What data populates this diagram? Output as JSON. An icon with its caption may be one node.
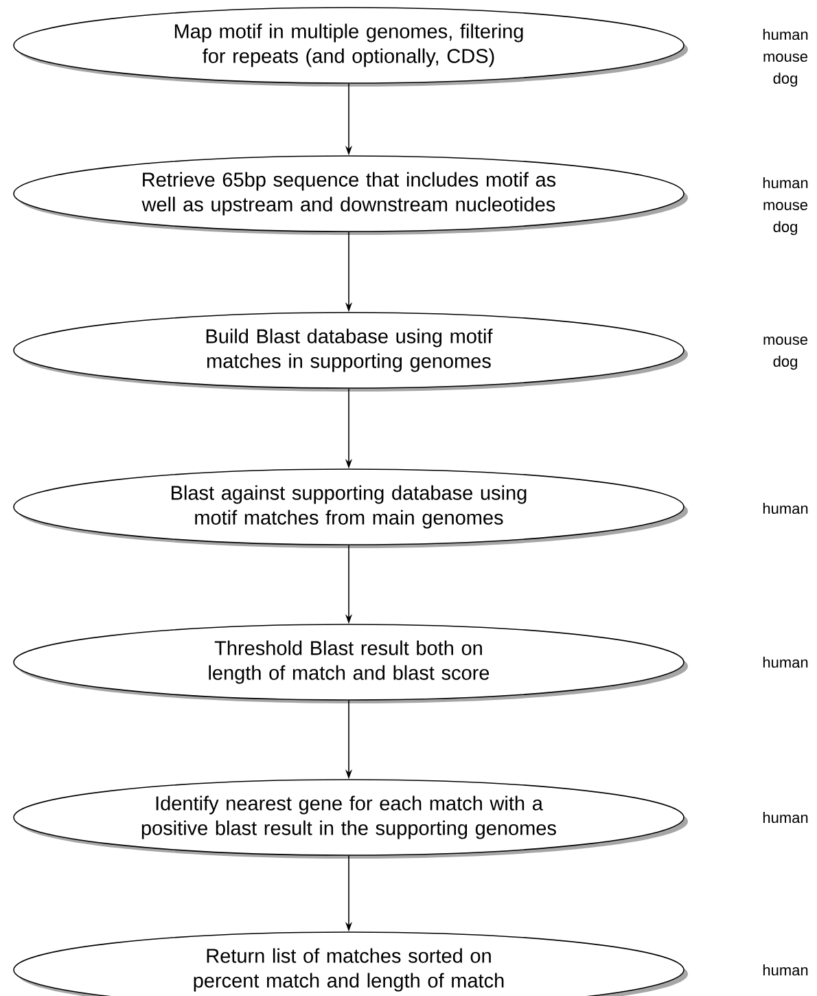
{
  "diagram": {
    "nodes": [
      {
        "text": [
          "Map motif in multiple genomes, filtering for repeats (and optionally, CDS)"
        ]
      },
      {
        "text": [
          "Retrieve 65bp sequence that includes motif as well as upstream and downstream nucleotides"
        ]
      },
      {
        "text": [
          "Build Blast database using motif matches in supporting genomes"
        ]
      },
      {
        "text": [
          "Blast against supporting database using motif matches from main genomes"
        ]
      },
      {
        "text": [
          "Threshold Blast result both on length of match and blast score"
        ]
      },
      {
        "text": [
          "Identify nearest gene for each match with a positive blast result in the supporting genomes"
        ]
      },
      {
        "text": [
          "Return list of matches sorted on percent match and length of match"
        ]
      }
    ],
    "edges": [
      {
        "from": 0,
        "to": 1,
        "arrow": "to"
      },
      {
        "from": 1,
        "to": 2,
        "arrow": "to"
      },
      {
        "from": 2,
        "to": 3,
        "arrow": "to"
      },
      {
        "from": 3,
        "to": 4,
        "arrow": "to"
      },
      {
        "from": 4,
        "to": 5,
        "arrow": "to"
      },
      {
        "from": 5,
        "to": 6,
        "arrow": "to"
      }
    ],
    "labels": [
      "human",
      "mouse",
      "dog",
      "human",
      "mouse",
      "dog",
      "mouse",
      "dog",
      "human",
      "human",
      "human",
      "human"
    ]
  }
}
